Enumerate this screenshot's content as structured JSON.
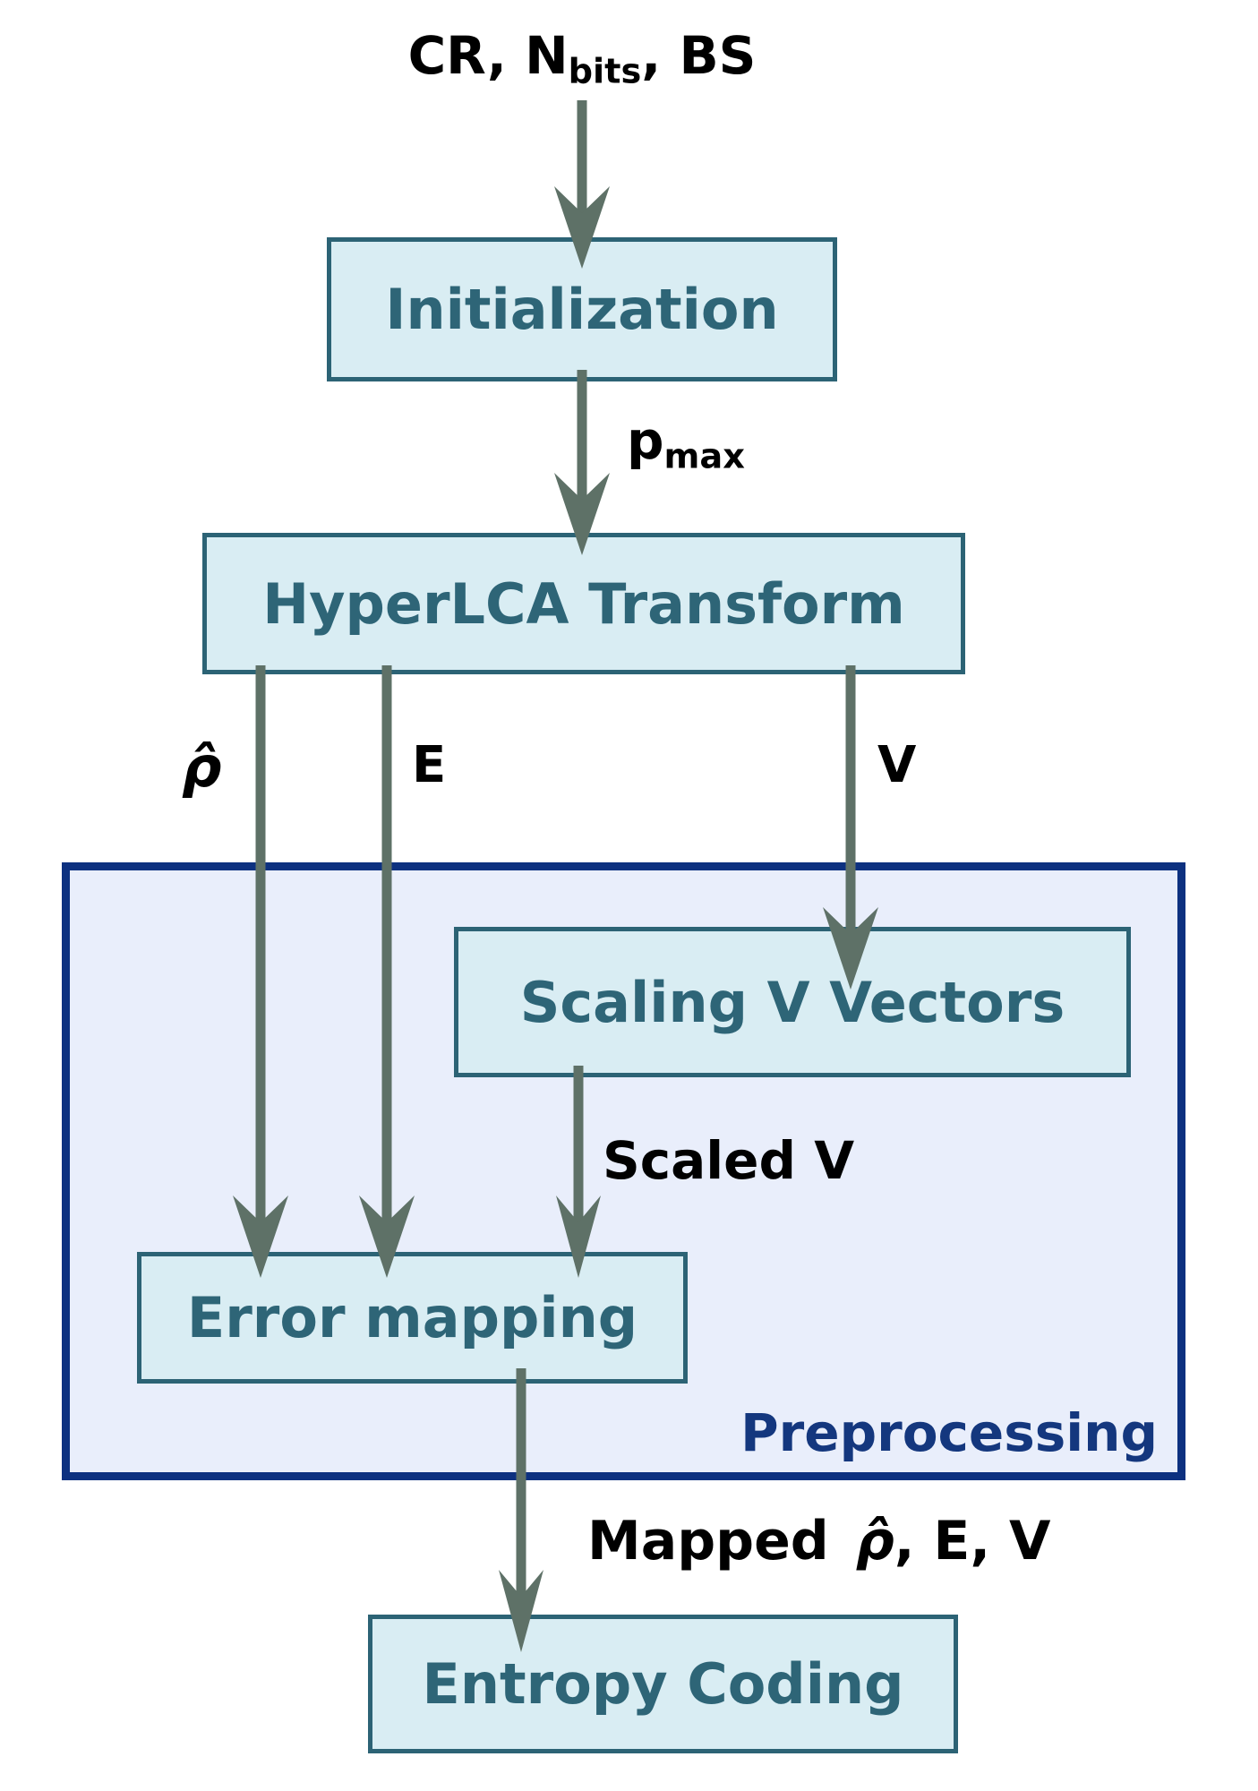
{
  "diagram": {
    "input_label": {
      "pre": "CR, N",
      "sub": "bits",
      "post": ", BS"
    },
    "nodes": {
      "initialization": {
        "label": "Initialization"
      },
      "hyperlca": {
        "label": "HyperLCA Transform"
      },
      "scaling": {
        "label": "Scaling V Vectors"
      },
      "error_mapping": {
        "label": "Error mapping"
      },
      "entropy": {
        "label": "Entropy Coding"
      }
    },
    "preprocessing": {
      "label": "Preprocessing"
    },
    "edge_labels": {
      "pmax": {
        "base": "p",
        "sub": "max"
      },
      "rho": "ρ̂",
      "e": "E",
      "v": "V",
      "scaled_v": "Scaled V",
      "mapped": {
        "pre": "Mapped",
        "rho": "ρ̂",
        "post": ", E, V"
      }
    },
    "icons": [
      "arrow-input-to-initialization",
      "arrow-initialization-to-hyperlca",
      "arrow-rho-to-error-mapping",
      "arrow-e-to-error-mapping",
      "arrow-v-to-scaling",
      "arrow-scaledv-to-error-mapping",
      "arrow-error-mapping-to-entropy"
    ]
  },
  "colors": {
    "node_fill": "#d9edf3",
    "node_border": "#2c6375",
    "node_text": "#2e6577",
    "container_fill": "#e9eefb",
    "container_border": "#0d3180",
    "container_text": "#14377e",
    "arrow": "#5e7167",
    "edge_label_text": "#000000",
    "background": "#ffffff"
  }
}
